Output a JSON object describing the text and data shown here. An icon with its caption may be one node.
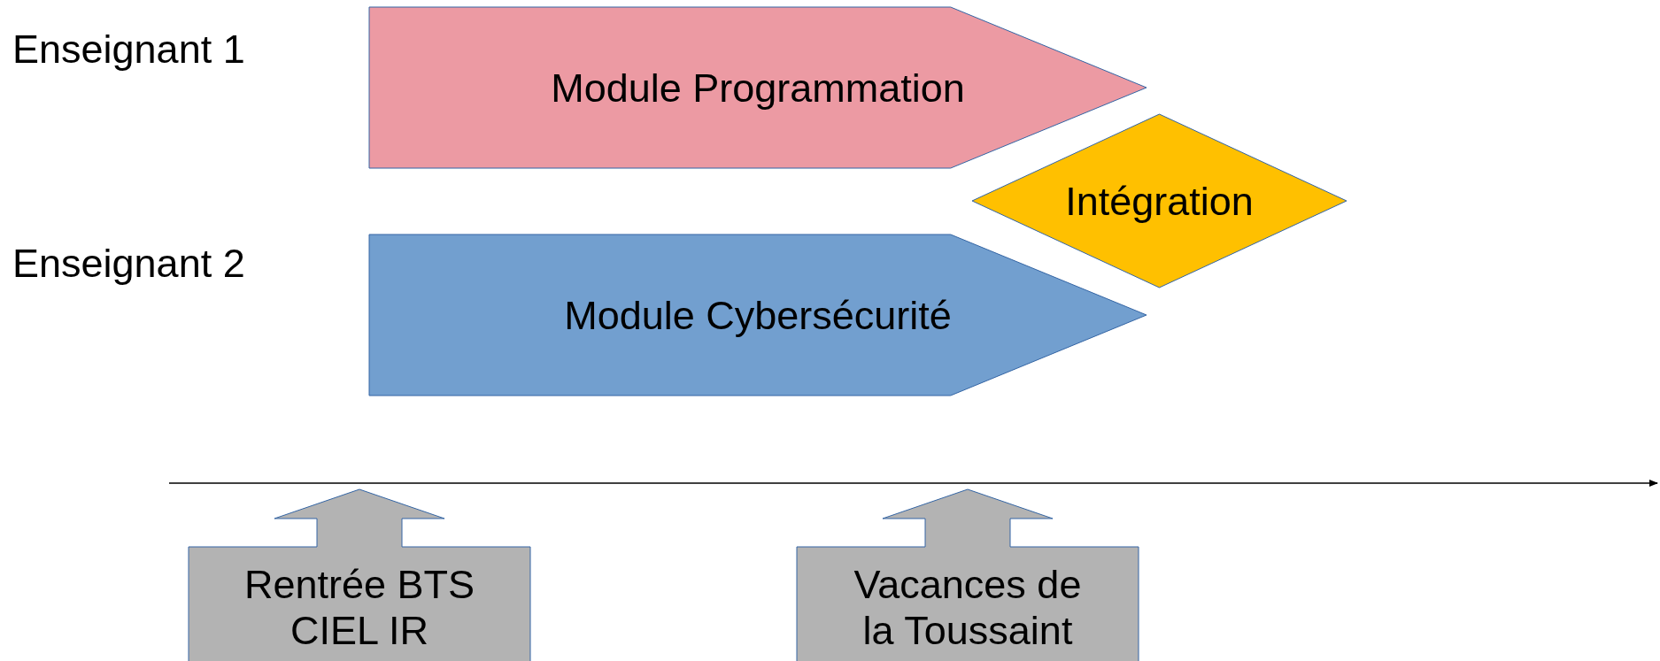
{
  "diagram": {
    "nodes": [
      {
        "text": [
          "Module Programmation"
        ]
      },
      {
        "text": [
          "Intégration"
        ]
      },
      {
        "text": [
          "Module Cybersécurité"
        ]
      },
      {
        "text": [
          "Rentrée BTS CIEL IR"
        ]
      },
      {
        "text": [
          "Vacances de la Toussaint"
        ]
      }
    ],
    "edges": [],
    "labels": [
      "Enseignant 1",
      "Enseignant 2"
    ]
  }
}
